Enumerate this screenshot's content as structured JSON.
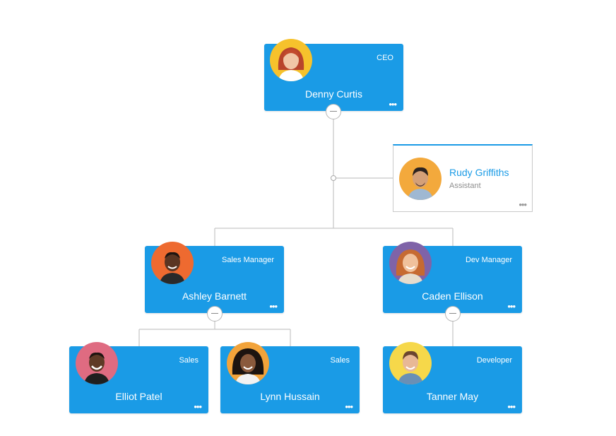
{
  "colors": {
    "card_blue": "#1a9be6",
    "connector_gray": "#c8c8c8",
    "white": "#ffffff"
  },
  "nodes": {
    "ceo": {
      "name": "Denny Curtis",
      "role": "CEO",
      "avatar_bg": "#f6c22c"
    },
    "assistant": {
      "name": "Rudy Griffiths",
      "role": "Assistant",
      "avatar_bg": "#f3a93c"
    },
    "sales_manager": {
      "name": "Ashley Barnett",
      "role": "Sales Manager",
      "avatar_bg": "#ee6a30"
    },
    "dev_manager": {
      "name": "Caden Ellison",
      "role": "Dev Manager",
      "avatar_bg": "#7f63a8"
    },
    "sales_1": {
      "name": "Elliot Patel",
      "role": "Sales",
      "avatar_bg": "#df6b81"
    },
    "sales_2": {
      "name": "Lynn Hussain",
      "role": "Sales",
      "avatar_bg": "#f2a33a"
    },
    "developer": {
      "name": "Tanner May",
      "role": "Developer",
      "avatar_bg": "#f6d84a"
    }
  },
  "more_glyph": "•••",
  "icons": {
    "more": "more-dots-icon",
    "collapse": "collapse-minus-icon",
    "avatar": "person-avatar-icon"
  }
}
